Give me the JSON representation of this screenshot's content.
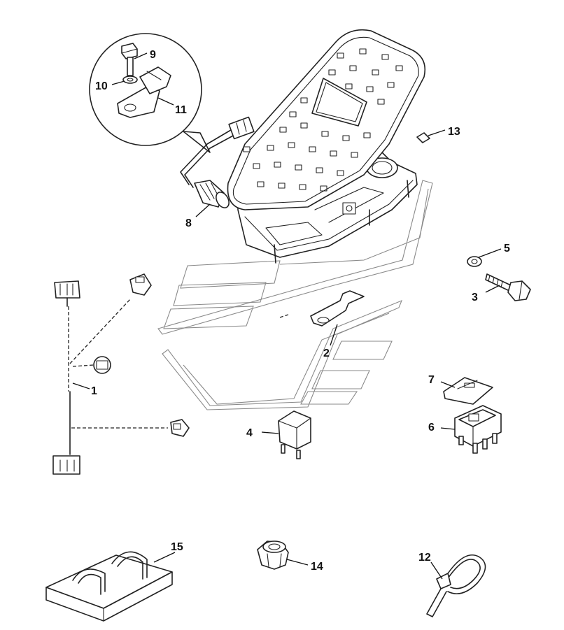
{
  "callouts": {
    "c1": "1",
    "c2": "2",
    "c3": "3",
    "c4": "4",
    "c5": "5",
    "c6": "6",
    "c7": "7",
    "c8": "8",
    "c9": "9",
    "c10": "10",
    "c11": "11",
    "c12": "12",
    "c13": "13",
    "c14": "14",
    "c15": "15"
  },
  "parts": [
    {
      "ref": "1",
      "icon": "wiring-harness-icon"
    },
    {
      "ref": "2",
      "icon": "mounting-bracket-icon"
    },
    {
      "ref": "3",
      "icon": "hex-bolt-icon"
    },
    {
      "ref": "4",
      "icon": "relay-icon"
    },
    {
      "ref": "5",
      "icon": "washer-icon"
    },
    {
      "ref": "6",
      "icon": "rocker-switch-icon"
    },
    {
      "ref": "7",
      "icon": "switch-cover-icon"
    },
    {
      "ref": "8",
      "icon": "connector-plug-icon"
    },
    {
      "ref": "9",
      "icon": "screw-icon"
    },
    {
      "ref": "10",
      "icon": "washer-icon"
    },
    {
      "ref": "11",
      "icon": "bracket-clip-icon"
    },
    {
      "ref": "12",
      "icon": "cable-tie-icon"
    },
    {
      "ref": "13",
      "icon": "pin-icon"
    },
    {
      "ref": "14",
      "icon": "lock-nut-icon"
    },
    {
      "ref": "15",
      "icon": "pad-with-loops-icon"
    }
  ],
  "colors": {
    "line": "#222222",
    "ghost": "#8a8a8a",
    "background": "#ffffff"
  }
}
